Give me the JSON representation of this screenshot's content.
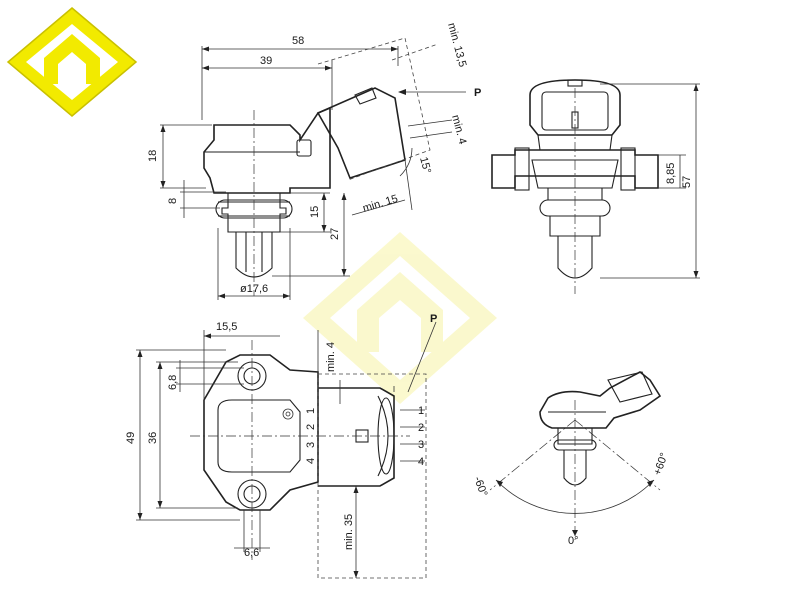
{
  "colors": {
    "logo_yellow": "#f2ea00",
    "logo_border": "#c9c000",
    "line": "#222222",
    "watermark": "#f7f4a6"
  },
  "logo": {
    "shape": "interlocking-square-knot"
  },
  "dimensions": {
    "top_width": "58",
    "top_width_inner": "39",
    "min_13_5": "min. 13,5",
    "pressure_port": "P",
    "min_4_top": "min. 4",
    "angle_15": "15°",
    "height_18": "18",
    "height_8": "8",
    "height_15": "15",
    "min_15": "min. 15",
    "height_27": "27",
    "diameter": "ø17,6",
    "side_8_85": "8,85",
    "side_57": "57",
    "bottom_15_5": "15,5",
    "bottom_6_8": "6,8",
    "bottom_49": "49",
    "bottom_36": "36",
    "bottom_6_6": "6,6",
    "min_4_bottom": "min. 4",
    "pressure_port_bottom": "P",
    "min_35": "min. 35",
    "angle_minus_60": "-60°",
    "angle_plus_60": "+60°",
    "angle_0": "0°"
  },
  "pins": {
    "right": [
      "1",
      "2",
      "3",
      "4"
    ],
    "body": [
      "1",
      "2",
      "3",
      "4"
    ]
  }
}
